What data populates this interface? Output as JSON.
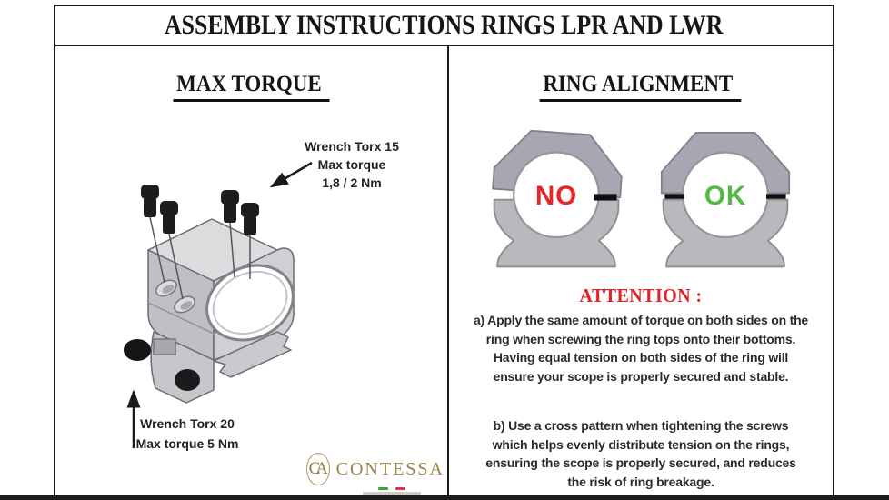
{
  "header": {
    "title": "ASSEMBLY INSTRUCTIONS RINGS LPR AND LWR"
  },
  "left_panel": {
    "heading": "MAX TORQUE",
    "top_screw_note": {
      "lines": [
        "Wrench Torx 15",
        "Max torque",
        "1,8 / 2 Nm"
      ]
    },
    "base_screw_note": {
      "lines": [
        "Wrench Torx 20",
        "Max torque 5 Nm"
      ]
    }
  },
  "right_panel": {
    "heading": "RING ALIGNMENT",
    "wrong_label": "NO",
    "correct_label": "OK",
    "attention_title": "ATTENTION :",
    "note_a": {
      "lines": [
        "a) Apply the same amount of torque on both sides on the",
        "ring when screwing the ring tops onto their bottoms.",
        "Having equal tension on both sides of the ring will",
        "ensure your scope is properly secured and stable."
      ]
    },
    "note_b": {
      "lines": [
        "b) Use a cross pattern when tightening the screws",
        "which helps evenly distribute tension on the rings,",
        "ensuring the scope is properly secured, and reduces",
        "the risk of ring breakage."
      ]
    }
  },
  "logo": {
    "monogram": "CA",
    "name": "CONTESSA"
  },
  "colors": {
    "wrong_red": "#e62629",
    "correct_green": "#53b945",
    "attention_red": "#e0222a",
    "logo_gold": "#9a8448",
    "border_black": "#1a1a1a"
  }
}
